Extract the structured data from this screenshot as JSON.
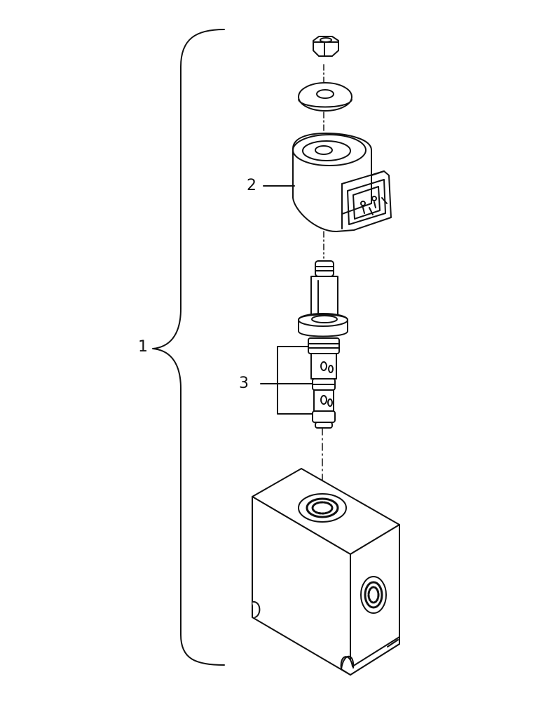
{
  "callouts": {
    "assembly": "1",
    "coil": "2",
    "cartridge": "3"
  },
  "colors": {
    "ink": "#111111",
    "background": "#ffffff"
  }
}
